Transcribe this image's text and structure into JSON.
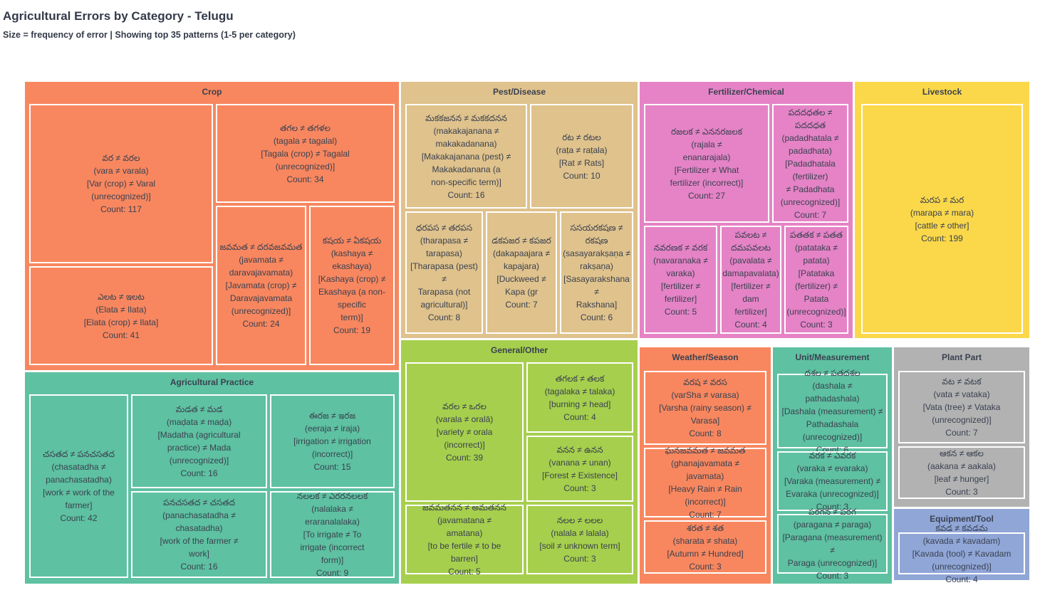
{
  "header": {
    "title": "Agricultural Errors by Category - Telugu",
    "subtitle": "Size = frequency of error | Showing top 35 patterns (1-5 per category)"
  },
  "chart_data": {
    "type": "treemap",
    "title": "Agricultural Errors by Category - Telugu",
    "size_meaning": "frequency of error",
    "pattern_note": "Showing top 35 patterns (1-5 per category)",
    "text_color": "#3A4150",
    "categories": [
      {
        "name": "Crop",
        "color": "#F8875F",
        "tiles": [
          {
            "value": 117,
            "text": "వర ≠ వరల\n(vara ≠ varala)\n[Var (crop) ≠ Varal\n(unrecognized)]\nCount: 117"
          },
          {
            "value": 34,
            "text": "తగల ≠ తగళల\n(tagala ≠ tagalal)\n[Tagala (crop) ≠ Tagalal\n(unrecognized)]\nCount: 34"
          },
          {
            "value": 24,
            "text": "జవమత ≠ దరవజవమత\n(javamata ≠\ndaravajavamata)\n[Javamata (crop) ≠ Daravajavamata (unrecognized)]\nCount: 24"
          },
          {
            "value": 19,
            "text": "కషయ ≠ ఏకషయ\n(kashaya ≠ ekashaya)\n[Kashaya (crop) ≠\nEkashaya (a non-specific\nterm)]\nCount: 19"
          },
          {
            "value": 41,
            "text": "ఎలట ≠ ఇలట\n(Elata ≠ Ilata)\n[Elata (crop) ≠ Ilata]\nCount: 41"
          }
        ]
      },
      {
        "name": "Pest/Disease",
        "color": "#DFC28C",
        "tiles": [
          {
            "value": 16,
            "text": "మకకజనన ≠ మకకదనన\n(makakajanana ≠\nmakakadanana)\n[Makakajanana (pest) ≠\nMakakadanana (a\nnon-specific term)]\nCount: 16"
          },
          {
            "value": 10,
            "text": "రట ≠ రటల\n(raṭa ≠ raṭala)\n[Rat ≠ Rats]\nCount: 10"
          },
          {
            "value": 8,
            "text": "ధరపస ≠ తరపస\n(tharapasa ≠\ntarapasa)\n[Tharapasa (pest) ≠\nTarapasa (not\nagricultural)]\nCount: 8"
          },
          {
            "value": 7,
            "text": "డకపజర ≠ కపజర\n(dakapaajara ≠\nkapajara)\n[Duckweed ≠ Kapa (gr\nCount: 7"
          },
          {
            "value": 6,
            "text": "ససయరకషణ ≠ రకషణ\n(sasayarakṣaṇa ≠\nrakṣaṇa)\n[Sasayarakshana ≠\nRakshana]\nCount: 6"
          }
        ]
      },
      {
        "name": "Fertilizer/Chemical",
        "color": "#E583C6",
        "tiles": [
          {
            "value": 27,
            "text": "రజలక ≠ ఎననరజలక\n(rajala ≠\nenanarajala)\n[Fertilizer ≠ What\nfertilizer (incorrect)]\nCount: 27"
          },
          {
            "value": 7,
            "text": "పదదధతల ≠ పదదధత\n(padadhatala ≠\npadadhata)\n[Padadhatala (fertilizer)\n≠ Padadhata\n(unrecognized)]\nCount: 7"
          },
          {
            "value": 5,
            "text": "నవరణక ≠ వరక\n(navaranaka ≠\nvaraka)\n[fertilizer ≠ fertilizer]\nCount: 5"
          },
          {
            "value": 4,
            "text": "పవలట ≠ దమపవలట\n(pavalata ≠\ndamapavalata)\n[fertilizer ≠ dam\nfertilizer]\nCount: 4"
          },
          {
            "value": 3,
            "text": "పతతక ≠ పతత\n(patataka ≠ patata)\n[Patataka (fertilizer) ≠\nPatata (unrecognized)]\nCount: 3"
          }
        ]
      },
      {
        "name": "Livestock",
        "color": "#FBD84A",
        "tiles": [
          {
            "value": 199,
            "text": "మరప ≠ మర\n(marapa ≠ mara)\n[cattle ≠ other]\nCount: 199"
          }
        ]
      },
      {
        "name": "Agricultural Practice",
        "color": "#5EC1A1",
        "tiles": [
          {
            "value": 42,
            "text": "చసతద ≠ పనచసతద\n(chasatadha ≠\npanachasatadha)\n[work ≠ work of the\nfarmer]\nCount: 42"
          },
          {
            "value": 16,
            "text": "మడత ≠ మడ\n(maḍata ≠ maḍa)\n[Madatha (agricultural\npractice) ≠ Mada\n(unrecognized)]\nCount: 16"
          },
          {
            "value": 16,
            "text": "పనచసతద ≠ చసతద\n(panachasatadha ≠\nchasatadha)\n[work of the farmer ≠\nwork]\nCount: 16"
          },
          {
            "value": 15,
            "text": "ఈరజ ≠ ఇరజ\n(eeraja ≠ iraja)\n[irrigation ≠ irrigation\n(incorrect)]\nCount: 15"
          },
          {
            "value": 9,
            "text": "నలలక ≠ ఎరరనలలక\n(nalalaka ≠\neraranalalaka)\n[To irrigate ≠ To\nirrigate (incorrect\nform)]\nCount: 9"
          }
        ]
      },
      {
        "name": "General/Other",
        "color": "#A6CF4D",
        "tiles": [
          {
            "value": 39,
            "text": "వరల ≠ ఒరల\n(varala ≠ oralā)\n[variety ≠ orala\n(incorrect)]\nCount: 39"
          },
          {
            "value": 4,
            "text": "తగలక ≠ తలక\n(tagalaka ≠ talaka)\n[burning ≠ head]\nCount: 4"
          },
          {
            "value": 3,
            "text": "వనన ≠ ఉనన\n(vanana ≠ unan)\n[Forest ≠ Existence]\nCount: 3"
          },
          {
            "value": 5,
            "text": "జవమతనన ≠ అమతనన\n(javamatana ≠\namatana)\n[to be fertile ≠ to be\nbarren]\nCount: 5"
          },
          {
            "value": 3,
            "text": "నలల ≠ లలల\n(nalala ≠ lalala)\n[soil ≠ unknown term]\nCount: 3"
          }
        ]
      },
      {
        "name": "Weather/Season",
        "color": "#F8875F",
        "tiles": [
          {
            "value": 8,
            "text": "వరష ≠ వరస\n(varSha ≠ varasa)\n[Varsha (rainy season) ≠\nVarasa]\nCount: 8"
          },
          {
            "value": 7,
            "text": "ఘనజవమత ≠ జవమత\n(ghanajavamata ≠\njavamata)\n[Heavy Rain ≠ Rain\n(incorrect)]\nCount: 7"
          },
          {
            "value": 3,
            "text": "శరత ≠ శత\n(sharata ≠ shata)\n[Autumn ≠ Hundred]\nCount: 3"
          }
        ]
      },
      {
        "name": "Unit/Measurement",
        "color": "#5EC1A1",
        "tiles": [
          {
            "value": 6,
            "text": "దశల ≠ పతదశల\n(dashala ≠\npathadashala)\n[Dashala (measurement) ≠\nPathadashala\n(unrecognized)]\nCount: 6"
          },
          {
            "value": 3,
            "text": "వరక ≠ ఎవరక\n(varaka ≠ evaraka)\n[Varaka (measurement) ≠\nEvaraka (unrecognized)]\nCount: 3"
          },
          {
            "value": 3,
            "text": "పరగన ≠ పరగ\n(paragana ≠ paraga)\n[Paragana (measurement) ≠\nParaga (unrecognized)]\nCount: 3"
          }
        ]
      },
      {
        "name": "Plant Part",
        "color": "#B2B2B2",
        "tiles": [
          {
            "value": 7,
            "text": "వట ≠ వటక\n(vata ≠ vataka)\n[Vata (tree) ≠ Vataka\n(unrecognized)]\nCount: 7"
          },
          {
            "value": 3,
            "text": "ఆకన ≠ ఆకల\n(aakana ≠ aakala)\n[leaf ≠ hunger]\nCount: 3"
          }
        ]
      },
      {
        "name": "Equipment/Tool",
        "color": "#90A6D7",
        "tiles": [
          {
            "value": 4,
            "text": "కవడ ≠ కవడమ\n(kavada ≠ kavadam)\n[Kavada (tool) ≠ Kavadam\n(unrecognized)]\nCount: 4"
          }
        ]
      }
    ]
  }
}
